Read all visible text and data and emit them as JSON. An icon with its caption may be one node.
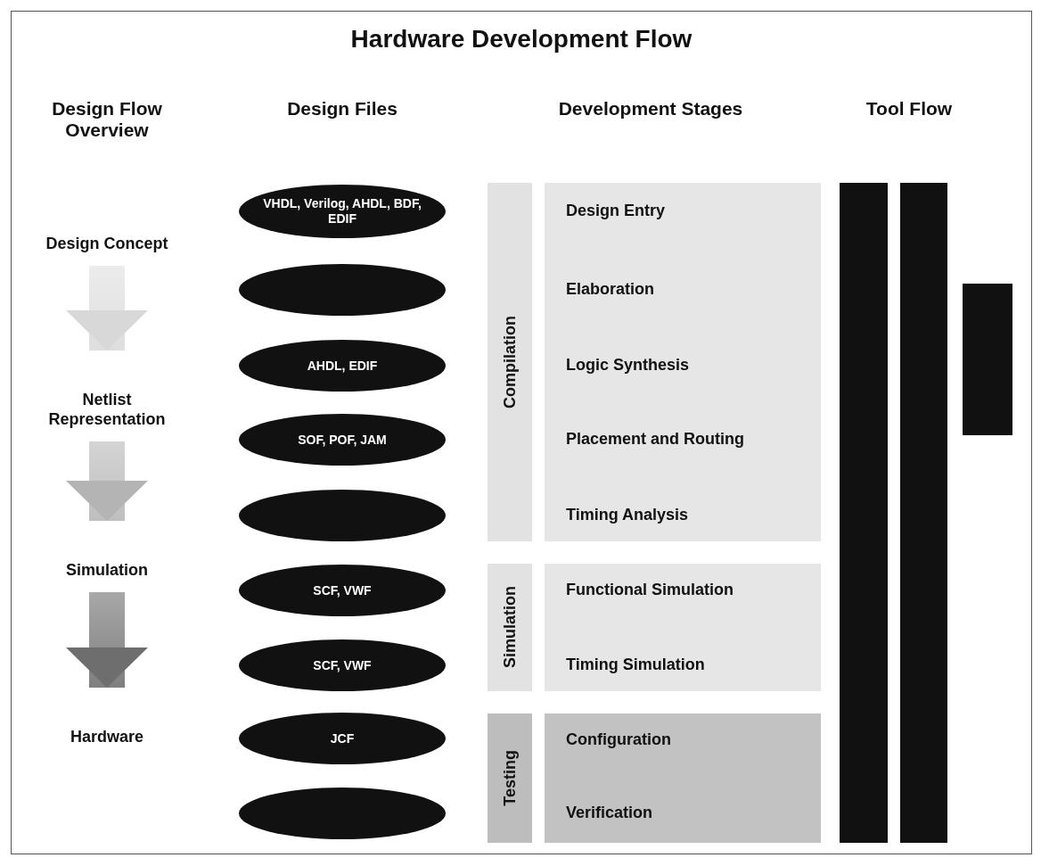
{
  "diagram": {
    "title": "Hardware Development Flow",
    "nodes": [
      {
        "text": [
          "Design Concept"
        ]
      },
      {
        "text": [
          "Netlist Representation"
        ]
      },
      {
        "text": [
          "Simulation"
        ]
      },
      {
        "text": [
          "Hardware"
        ]
      },
      {
        "text": [
          "VHDL, Verilog, AHDL, BDF, EDIF"
        ]
      },
      {
        "text": [],
        "shape": "ellipse"
      },
      {
        "text": [
          "AHDL, EDIF"
        ]
      },
      {
        "text": [
          "SOF, POF, JAM"
        ]
      },
      {
        "text": [],
        "shape": "ellipse"
      },
      {
        "text": [
          "SCF, VWF"
        ]
      },
      {
        "text": [
          "SCF, VWF"
        ]
      },
      {
        "text": [
          "JCF"
        ]
      },
      {
        "text": [],
        "shape": "ellipse"
      },
      {
        "text": [
          "Compilation"
        ]
      },
      {
        "text": [
          "Design Entry",
          "Elaboration",
          "Logic Synthesis",
          "Placement and Routing",
          "Timing Analysis"
        ]
      },
      {
        "text": [
          "Simulation"
        ]
      },
      {
        "text": [
          "Functional Simulation",
          "Timing Simulation"
        ]
      },
      {
        "text": [
          "Testing"
        ]
      },
      {
        "text": [
          "Configuration",
          "Verification"
        ]
      },
      {
        "text": [],
        "shape": "bar"
      },
      {
        "text": [],
        "shape": "bar"
      },
      {
        "text": [],
        "shape": "bar"
      }
    ],
    "edges": [
      {
        "from": 0,
        "to": 1,
        "arrow": "to"
      },
      {
        "from": 1,
        "to": 2,
        "arrow": "to"
      },
      {
        "from": 2,
        "to": 3,
        "arrow": "to"
      }
    ],
    "labels": [
      "Design Flow Overview",
      "Design Files",
      "Development Stages",
      "Tool Flow"
    ]
  }
}
